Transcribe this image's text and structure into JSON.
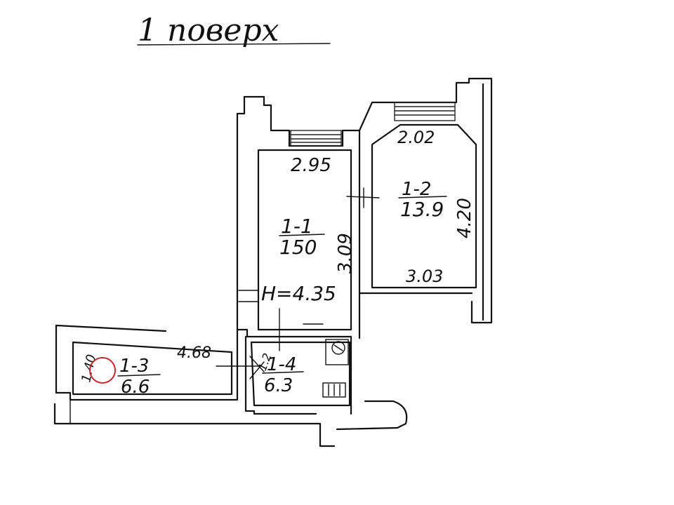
{
  "title": "1 поверх",
  "rooms": {
    "r1": {
      "id": "1-1",
      "area": "150",
      "width": "2.95",
      "height": "3.09",
      "ceiling": "Н=4.35"
    },
    "r2": {
      "id": "1-2",
      "area": "13.9",
      "width_top": "2.02",
      "width_bottom": "3.03",
      "height": "4.20"
    },
    "r3": {
      "id": "1-3",
      "area": "6.6",
      "length": "4.68",
      "width": "1.40"
    },
    "r4": {
      "id": "1-4",
      "area": "6.3",
      "height": "1.2"
    }
  },
  "colors": {
    "line": "#111111",
    "marker": "#c0282d",
    "background": "#ffffff"
  }
}
